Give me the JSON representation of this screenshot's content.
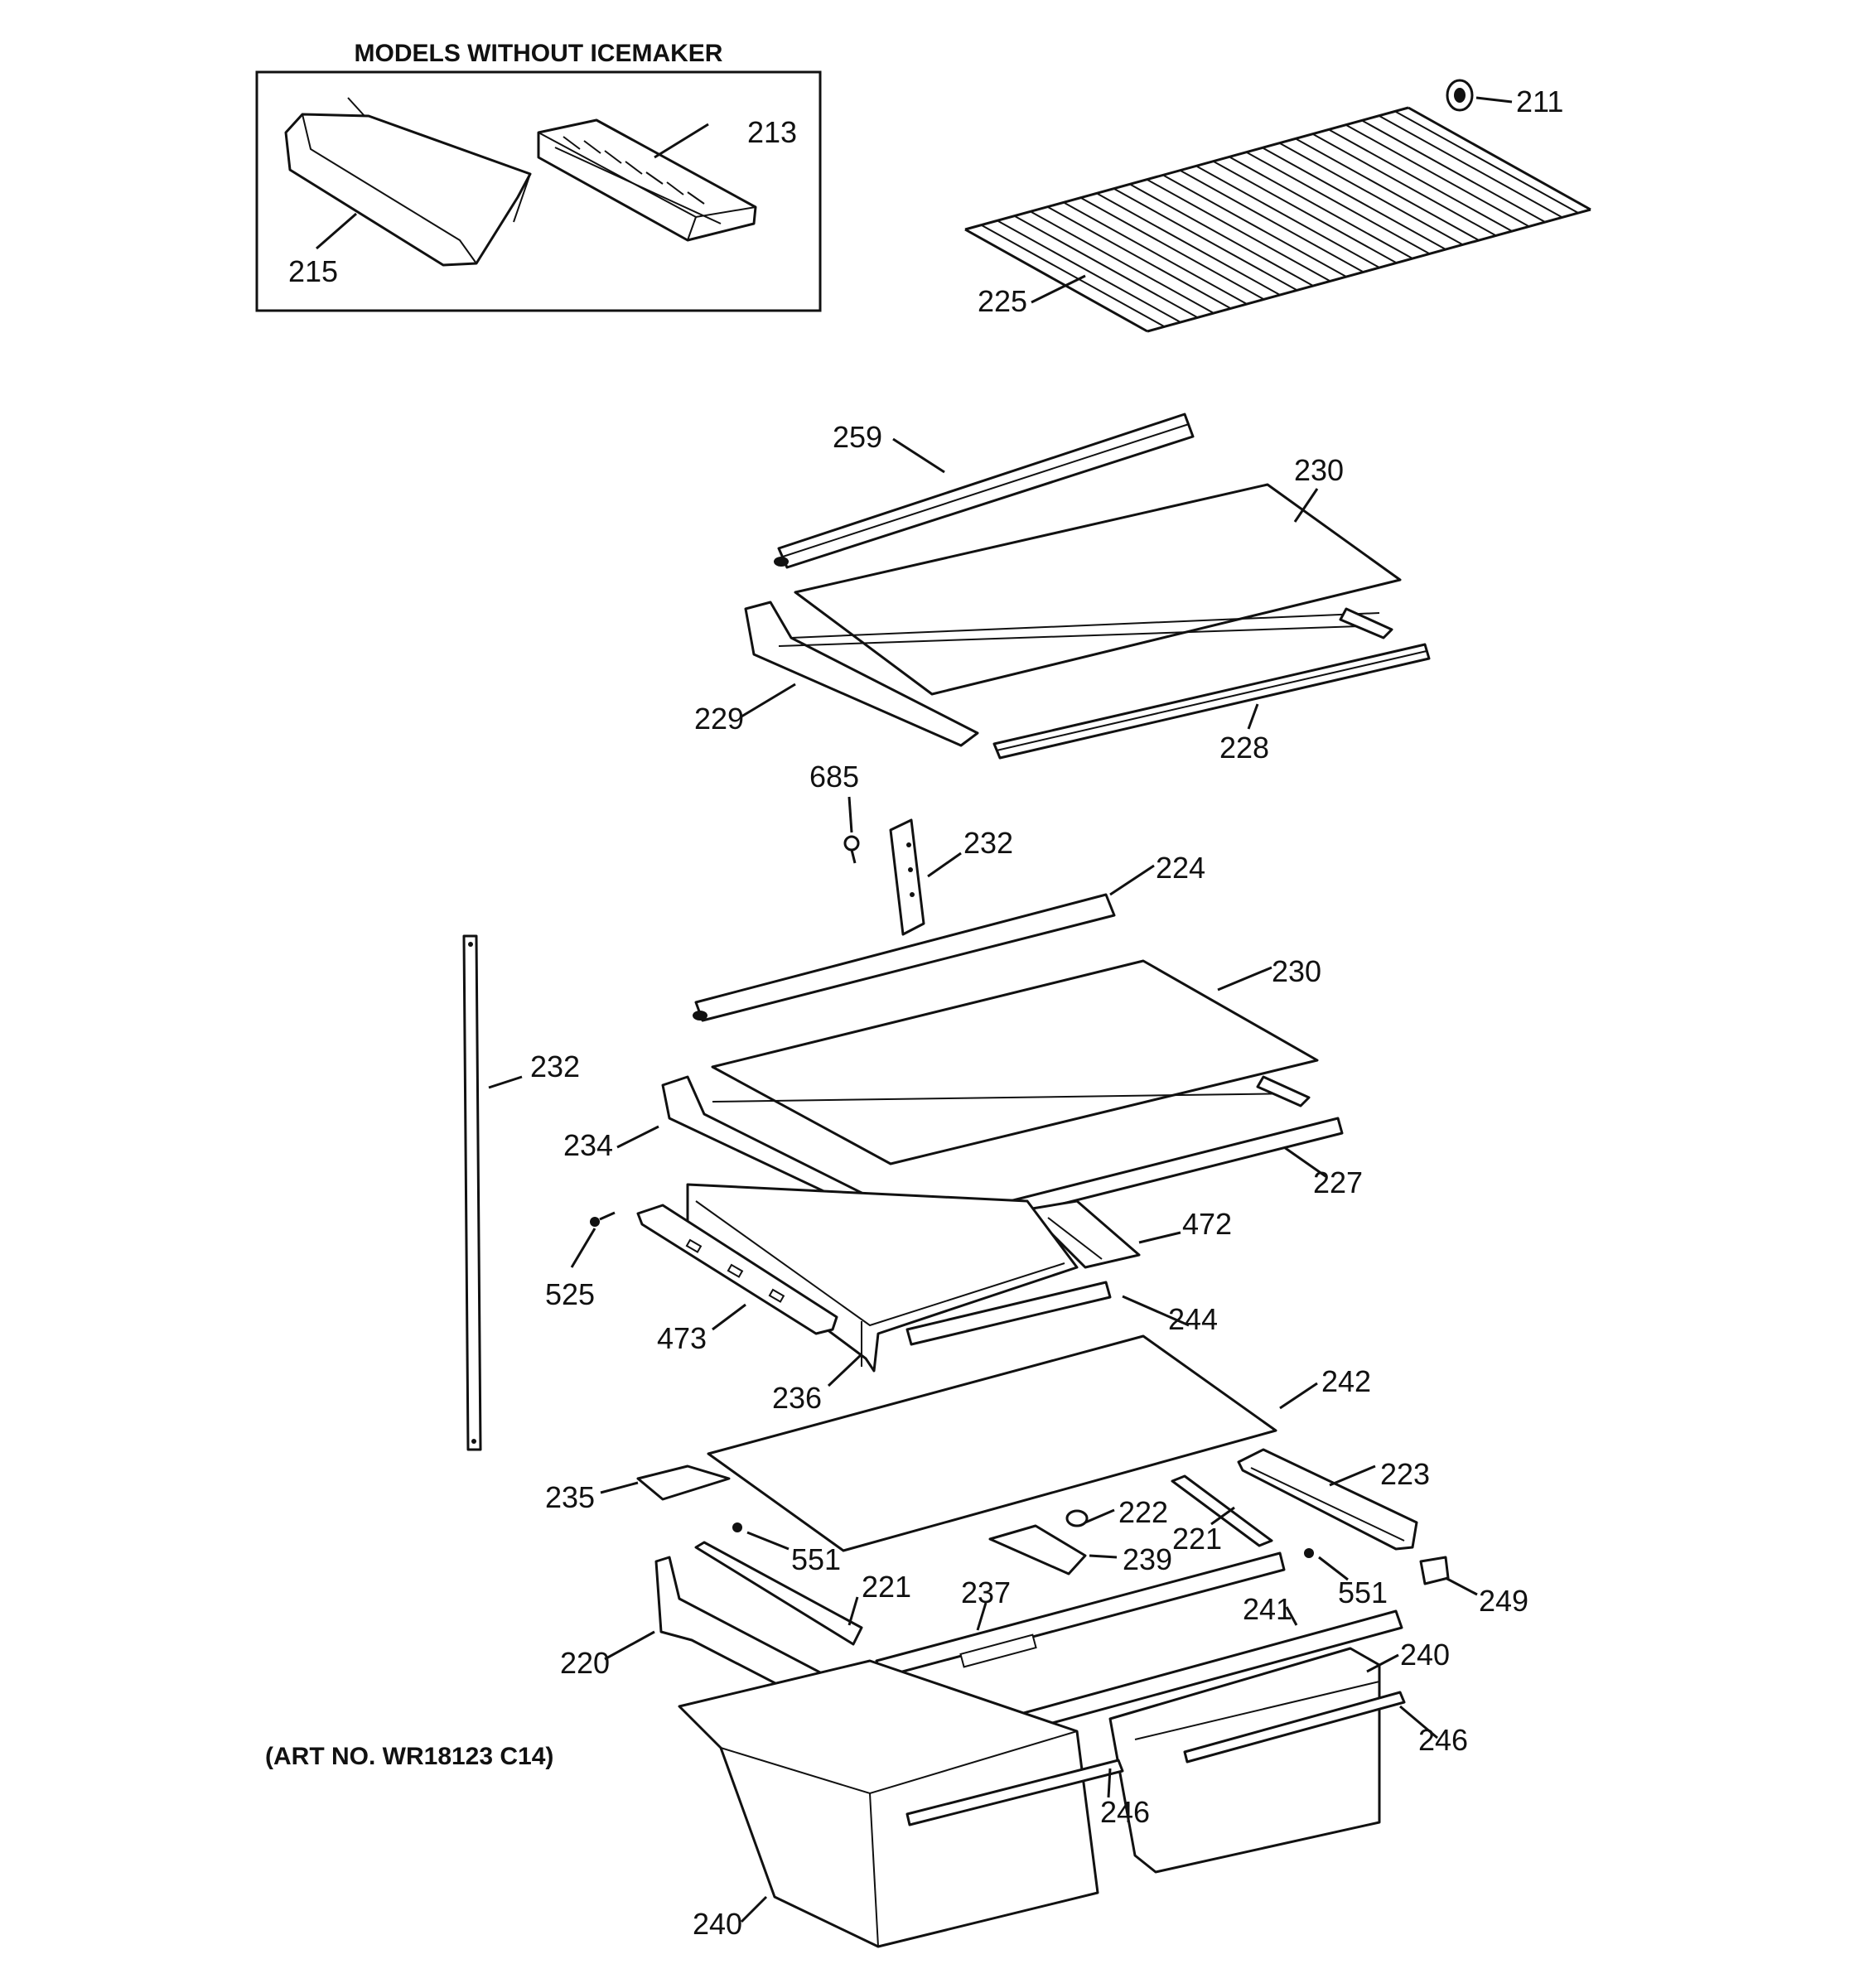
{
  "inset": {
    "heading": "MODELS WITHOUT ICEMAKER"
  },
  "art_number": "(ART NO. WR18123 C14)",
  "callouts": {
    "c211": "211",
    "c213": "213",
    "c215": "215",
    "c225": "225",
    "c259": "259",
    "c230a": "230",
    "c229": "229",
    "c228": "228",
    "c685": "685",
    "c232a": "232",
    "c224": "224",
    "c230b": "230",
    "c232b": "232",
    "c234": "234",
    "c227": "227",
    "c472": "472",
    "c525": "525",
    "c473": "473",
    "c244": "244",
    "c236": "236",
    "c242": "242",
    "c235": "235",
    "c223": "223",
    "c222": "222",
    "c221a": "221",
    "c239": "239",
    "c551a": "551",
    "c551b": "551",
    "c249": "249",
    "c221b": "221",
    "c237": "237",
    "c241": "241",
    "c220": "220",
    "c240a": "240",
    "c246a": "246",
    "c246b": "246",
    "c240b": "240"
  }
}
